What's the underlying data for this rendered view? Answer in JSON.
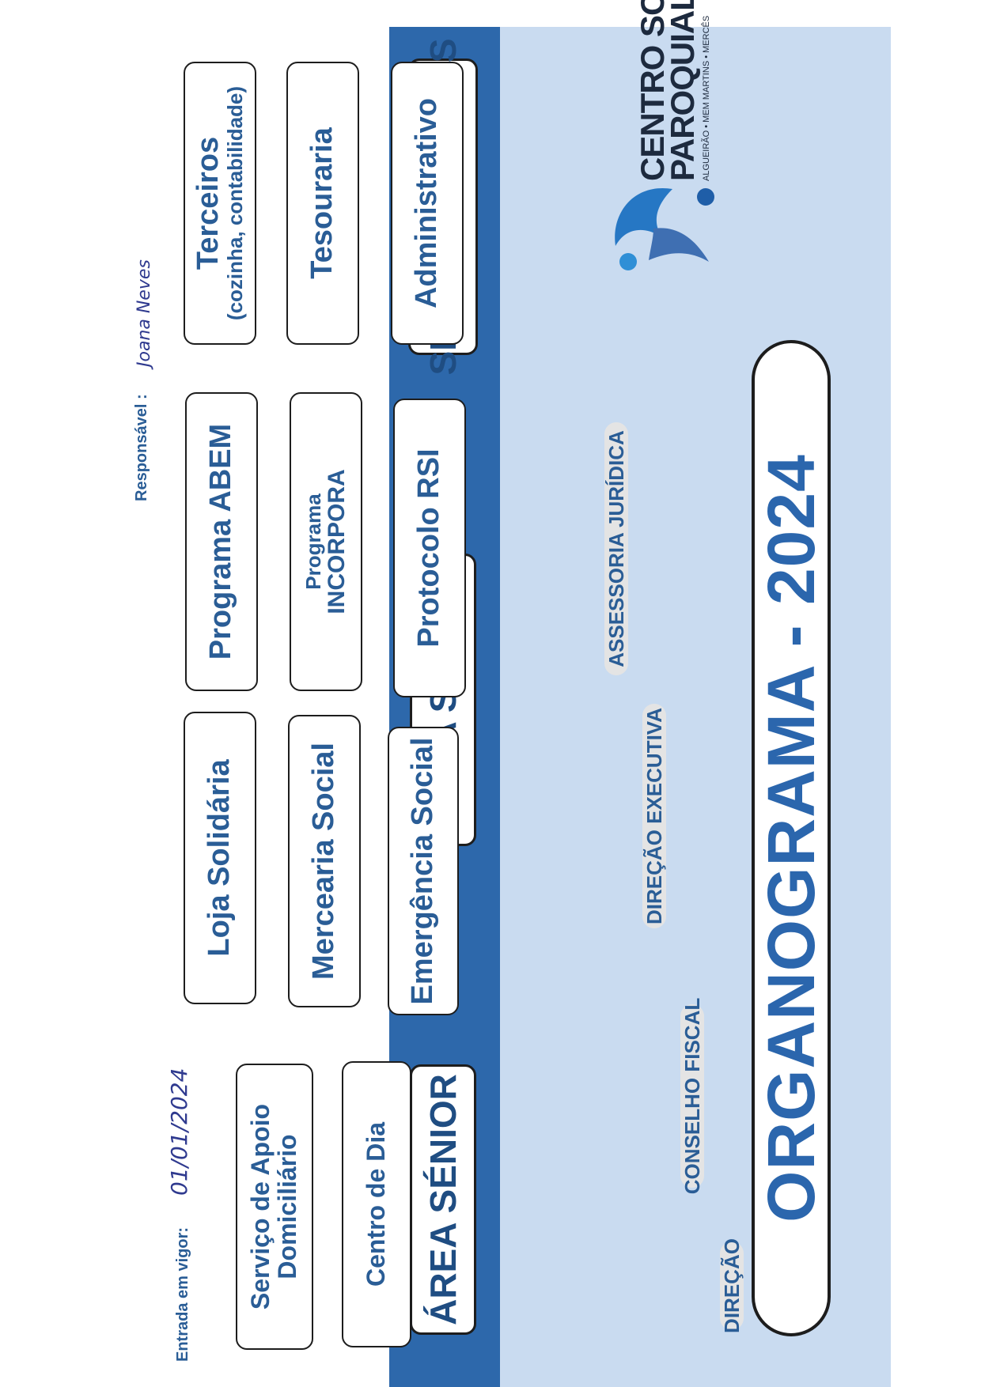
{
  "title": "ORGANOGRAMA - 2024",
  "governance": [
    "DIREÇÃO",
    "CONSELHO FISCAL",
    "DIREÇÃO EXECUTIVA",
    "ASSESSORIA JURÍDICA"
  ],
  "logo": {
    "line1": "CENTRO SOCIAL",
    "line2": "PAROQUIAL",
    "line3": "ALGUEIRÃO • MEM MARTINS • MERCÊS"
  },
  "areas": {
    "senior": {
      "header": "ÁREA SÉNIOR",
      "items": [
        "Centro de Dia",
        "Serviço de Apoio Domiciliário"
      ]
    },
    "social": {
      "header": "ÁREA SOCIAL",
      "col1": [
        "Emergência Social",
        "Mercearia Social",
        "Loja Solidária"
      ],
      "col2": [
        "Protocolo RSI",
        "Programa",
        "INCORPORA",
        "Programa ABEM"
      ]
    },
    "gerais": {
      "header": "SERVIÇOS GERAIS",
      "items": [
        "Administrativo",
        "Tesouraria",
        "Terceiros",
        "(cozinha, contabilidade)"
      ]
    }
  },
  "footer": {
    "entry_label": "Entrada em vigor:",
    "entry_date": "01/01/2024",
    "responsible_label": "Responsável :",
    "responsible_signature": "Joana Neves"
  },
  "colors": {
    "band": "#2d68ab",
    "panel": "#c9dbf0",
    "title_text": "#2b66ad",
    "box_text": "#2a5d96"
  }
}
